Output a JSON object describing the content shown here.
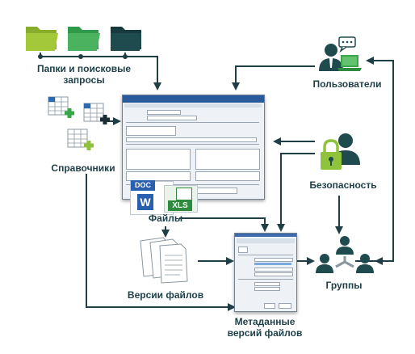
{
  "labels": {
    "folders": "Папки и поисковые запросы",
    "folders_line1": "Папки и поисковые",
    "folders_line2": "запросы",
    "directories": "Справочники",
    "files": "Файлы",
    "file_versions": "Версии файлов",
    "metadata_line1": "Метаданные",
    "metadata_line2": "версий файлов",
    "users": "Пользователи",
    "security": "Безопасность",
    "groups": "Группы"
  },
  "file_badges": {
    "doc": "DOC",
    "xls": "XLS"
  },
  "colors": {
    "folder_light": "#a3c83a",
    "folder_mid": "#4bb35f",
    "folder_dark": "#1f4b4f",
    "plus_green": "#3aa64a",
    "plus_dark": "#1a2f35",
    "user_dark": "#1f4b4f",
    "laptop_green": "#3aa64a",
    "lock_green": "#8fc33b",
    "arrow": "#1f3e46",
    "doc_blue": "#2a5fb0",
    "xls_green": "#2e8b3e"
  }
}
